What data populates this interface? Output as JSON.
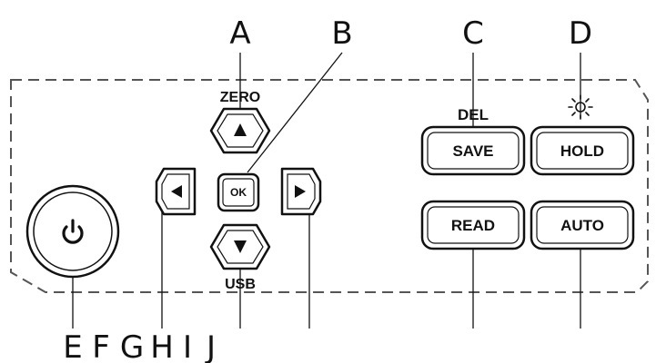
{
  "callouts": {
    "top": [
      "A",
      "B",
      "C",
      "D"
    ],
    "bottom": [
      "E",
      "F",
      "G",
      "H",
      "I",
      "J"
    ]
  },
  "buttons": {
    "zero_label": "ZERO",
    "usb_label": "USB",
    "ok_label": "OK",
    "del_label": "DEL",
    "save_label": "SAVE",
    "hold_label": "HOLD",
    "read_label": "READ",
    "auto_label": "AUTO"
  },
  "icons": {
    "power": "power-icon",
    "backlight": "sun-icon",
    "up": "triangle-up",
    "down": "triangle-down",
    "left": "triangle-left",
    "right": "triangle-right"
  },
  "colors": {
    "ink": "#111111",
    "panel_dash": "#555555",
    "button_fill": "#ffffff"
  }
}
